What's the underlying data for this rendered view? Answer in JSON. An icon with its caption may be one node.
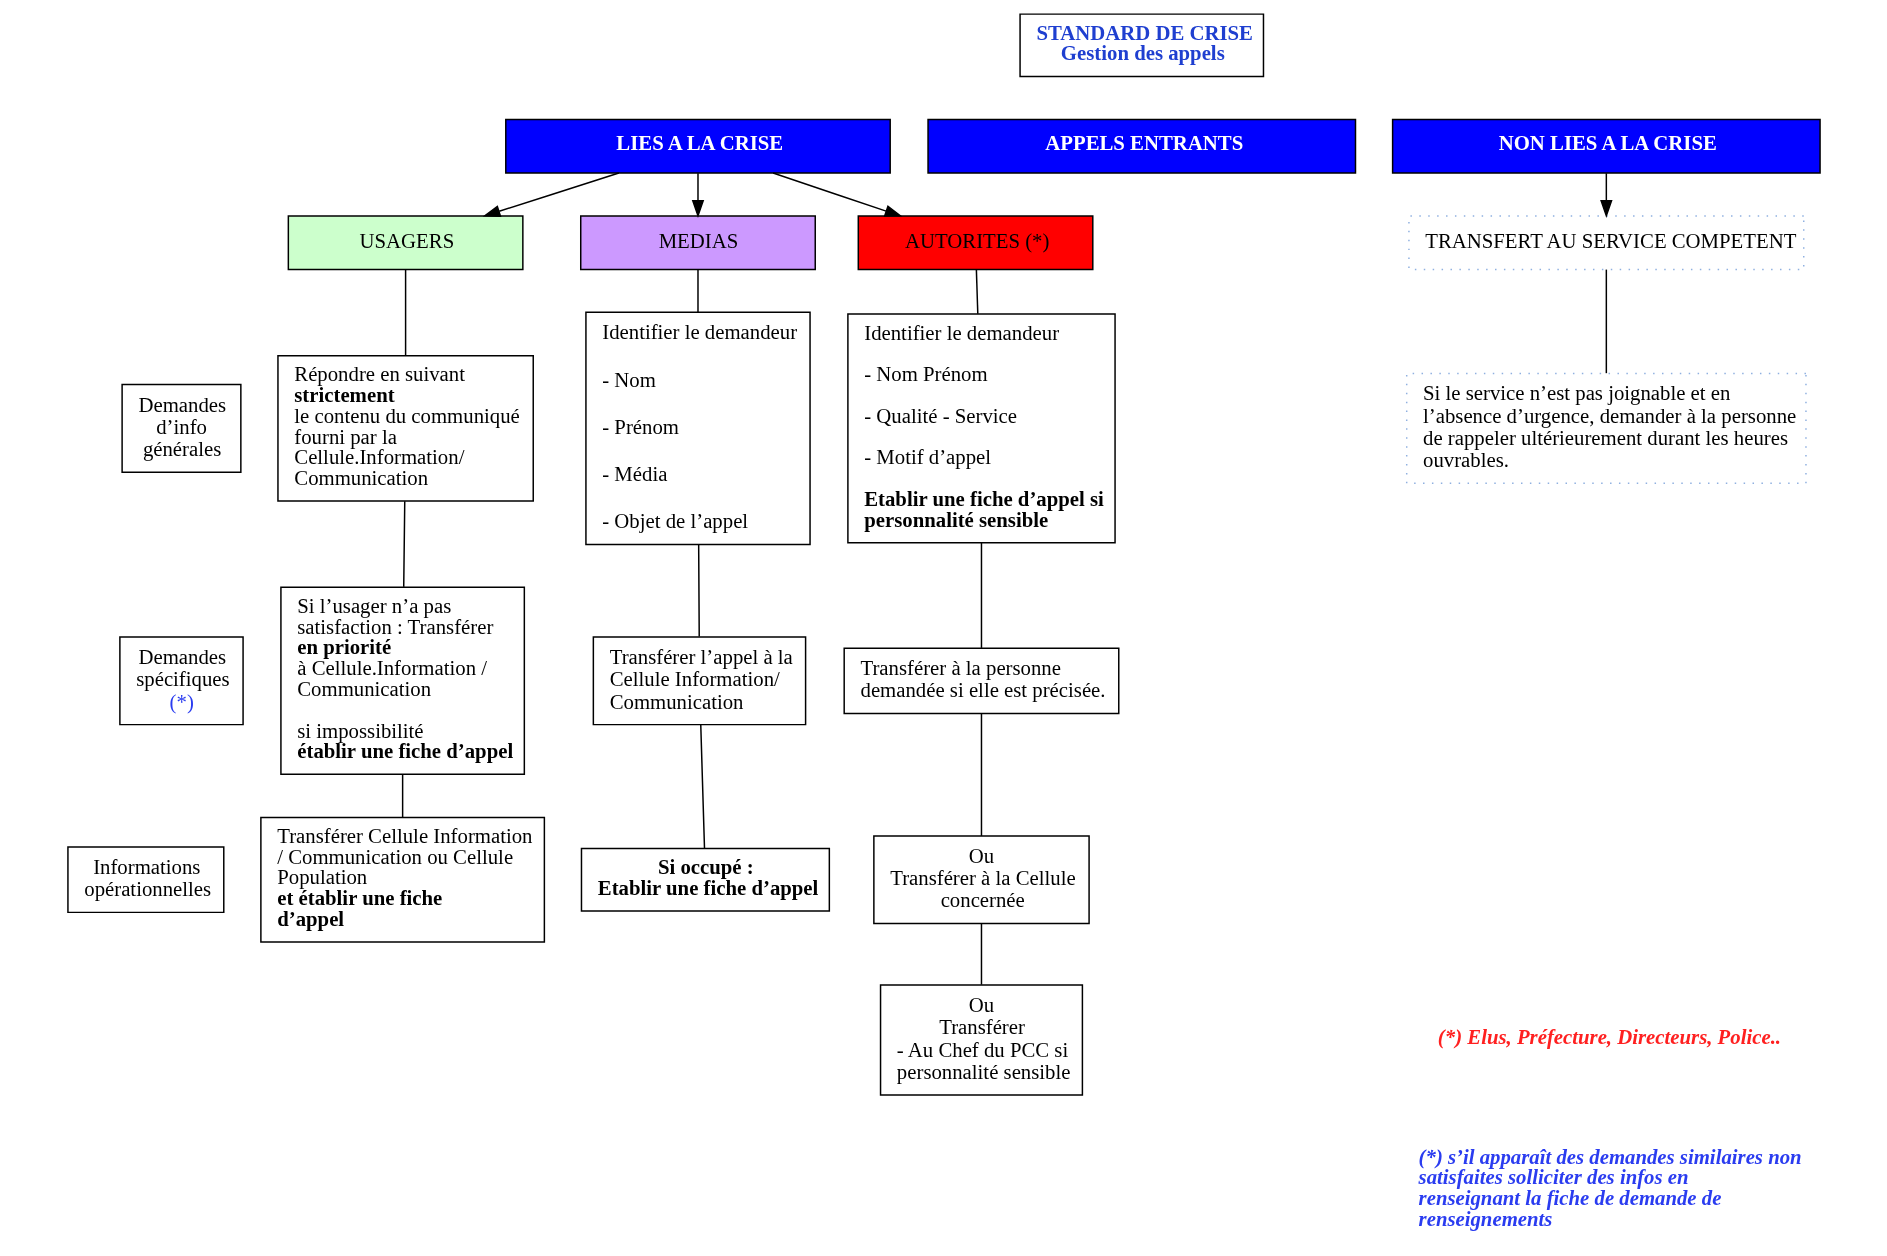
{
  "diagram": {
    "nodes": [
      {
        "text": [
          "STANDARD DE CRISE",
          "Gestion des appels"
        ]
      },
      {
        "text": [
          "LIES A LA CRISE"
        ]
      },
      {
        "text": [
          "APPELS ENTRANTS"
        ]
      },
      {
        "text": [
          "NON LIES A LA CRISE"
        ]
      },
      {
        "text": [
          "USAGERS"
        ]
      },
      {
        "text": [
          "MEDIAS"
        ]
      },
      {
        "text": [
          "AUTORITES (*)"
        ]
      },
      {
        "text": [
          "TRANSFERT AU SERVICE COMPETENT"
        ]
      },
      {
        "text": [
          "Demandes d’info générales"
        ]
      },
      {
        "text": [
          "Répondre en suivant **strictement** le contenu du communiqué fourni par la Cellule.Information/ Communication"
        ]
      },
      {
        "text": [
          "Demandes spécifiques",
          "(*)"
        ]
      },
      {
        "text": [
          "Si l’usager n’a pas satisfaction : Transférer **en priorité** à Cellule.Information / Communication",
          "si impossibilité **établir une fiche d’appel**"
        ]
      },
      {
        "text": [
          "Informations opérationnelles"
        ]
      },
      {
        "text": [
          "Transférer Cellule Information / Communication ou Cellule Population **et établir une fiche d’appel**"
        ]
      },
      {
        "text": [
          "Identifier le demandeur",
          "- Nom",
          "- Prénom",
          "- Média",
          "- Objet de l’appel"
        ]
      },
      {
        "text": [
          "Transférer l’appel à la Cellule Information/ Communication"
        ]
      },
      {
        "text": [
          "Si occupé :",
          "Etablir une fiche d’appel"
        ]
      },
      {
        "text": [
          "Identifier le demandeur",
          "- Nom Prénom",
          "- Qualité - Service",
          "- Motif d’appel",
          "Etablir une fiche d’appel si personnalité sensible"
        ]
      },
      {
        "text": [
          "Transférer à la personne demandée si elle est précisée."
        ]
      },
      {
        "text": [
          "Ou",
          "Transférer à la Cellule concernée"
        ]
      },
      {
        "text": [
          "Ou",
          "Transférer",
          "- Au Chef du PCC si personnalité sensible"
        ]
      },
      {
        "text": [
          "Si le service n’est pas joignable et en l’absence d’urgence, demander à la personne de rappeler ultérieurement durant les heures ouvrables."
        ]
      }
    ],
    "edges": [
      {
        "from": 1,
        "to": 4,
        "arrow": "to"
      },
      {
        "from": 1,
        "to": 5,
        "arrow": "to"
      },
      {
        "from": 1,
        "to": 6,
        "arrow": "to"
      },
      {
        "from": 3,
        "to": 7,
        "arrow": "to"
      },
      {
        "from": 4,
        "to": 9,
        "arrow": "none"
      },
      {
        "from": 9,
        "to": 11,
        "arrow": "none"
      },
      {
        "from": 11,
        "to": 13,
        "arrow": "none"
      },
      {
        "from": 5,
        "to": 14,
        "arrow": "none"
      },
      {
        "from": 14,
        "to": 15,
        "arrow": "none"
      },
      {
        "from": 15,
        "to": 16,
        "arrow": "none"
      },
      {
        "from": 6,
        "to": 17,
        "arrow": "none"
      },
      {
        "from": 17,
        "to": 18,
        "arrow": "none"
      },
      {
        "from": 18,
        "to": 19,
        "arrow": "none"
      },
      {
        "from": 19,
        "to": 20,
        "arrow": "none"
      },
      {
        "from": 7,
        "to": 21,
        "arrow": "none"
      }
    ],
    "labels": [
      "(*) Elus, Préfecture, Directeurs, Police..",
      "(*) s’il apparaît des demandes similaires non satisfaites solliciter des infos en renseignant la fiche de demande de renseignements"
    ]
  }
}
